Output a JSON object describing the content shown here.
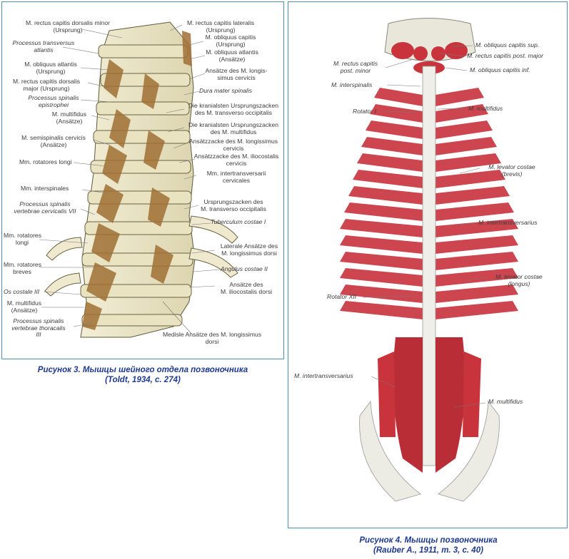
{
  "figure3": {
    "labels": [
      "M. rectus capitis dorsalis minor",
      "(Ursprung)",
      "Processus transversus",
      "atlantis",
      "M. obliquus atlantis",
      "(Ursprung)",
      "M. rectus capitis dorsalis",
      "major (Ursprung)",
      "Processus spinalis",
      "epistrophei",
      "M. multifidus",
      "(Ansätze)",
      "M. semispinalis cervicis",
      "(Ansätze)",
      "Mm. rotatores longi",
      "Mm. interspinales",
      "Processus spinalis",
      "vertebrae cervicalis VII",
      "Mm. rotatores",
      "longi",
      "Mm. rotatores",
      "breves",
      "Os costale III",
      "M. multifidus",
      "(Ansätze)",
      "Processus spinalis",
      "vertebrae thoracalis",
      "III",
      "M. rectus capitis lateralis",
      "(Ursprung)",
      "M. obliquus capitis",
      "(Ursprung)",
      "M. obliquus atlantis",
      "(Ansätze)",
      "Ansätze des M. longis-",
      "simus cervicis",
      "Dura mater spinalis",
      "Die kranialsten Ursprungszacken",
      "des M. transverso occipitalis",
      "Die kranialsten Ursprungszacken",
      "des M. multifidus",
      "Ansätzzacke des M. longissimus",
      "cervicis",
      "Ansätzzacke des M. iliocostalis",
      "cervicis",
      "Mm. intertransversarii",
      "cervicales",
      "Ursprungszacken des",
      "M. transverso occipitalis",
      "Tuberculum costae I",
      "Laterale Ansätze des",
      "M. longissimus dorsi",
      "Angulus costae II",
      "Ansätze des",
      "M. iliocostalis dorsi",
      "Medisle Ansätze des M. longissimus",
      "dorsi"
    ],
    "caption": [
      "Рисунок 3.  Мышцы шейного отдела позвоночника",
      "(Toldt, 1934, c. 274)"
    ]
  },
  "figure4": {
    "labels": [
      "M. obliquus capitis sup.",
      "M. rectus capitis post. major",
      "M. rectus capitis",
      "post. minor",
      "M. obliquus capitis inf.",
      "M. interspinalis",
      "Rotator I",
      "M. multifidus",
      "M. levator costae",
      "(brevis)",
      "M. intertransversarius",
      "M. levator costae",
      "(longus)",
      "Rotator XII",
      "M. intertransversarius",
      "M. multifidus"
    ],
    "caption": [
      "Рисунок 4.  Мышцы позвоночника",
      "(Rauber A., 1911, т. 3, c. 40)"
    ]
  },
  "colors": {
    "frame_border": "#4a8fb7",
    "caption": "#1f3a8f",
    "label_text": "#3c3c3c",
    "muscle_red": "#c8333c",
    "muscle_brown": "#a07034",
    "bone": "#e8e2c4"
  }
}
